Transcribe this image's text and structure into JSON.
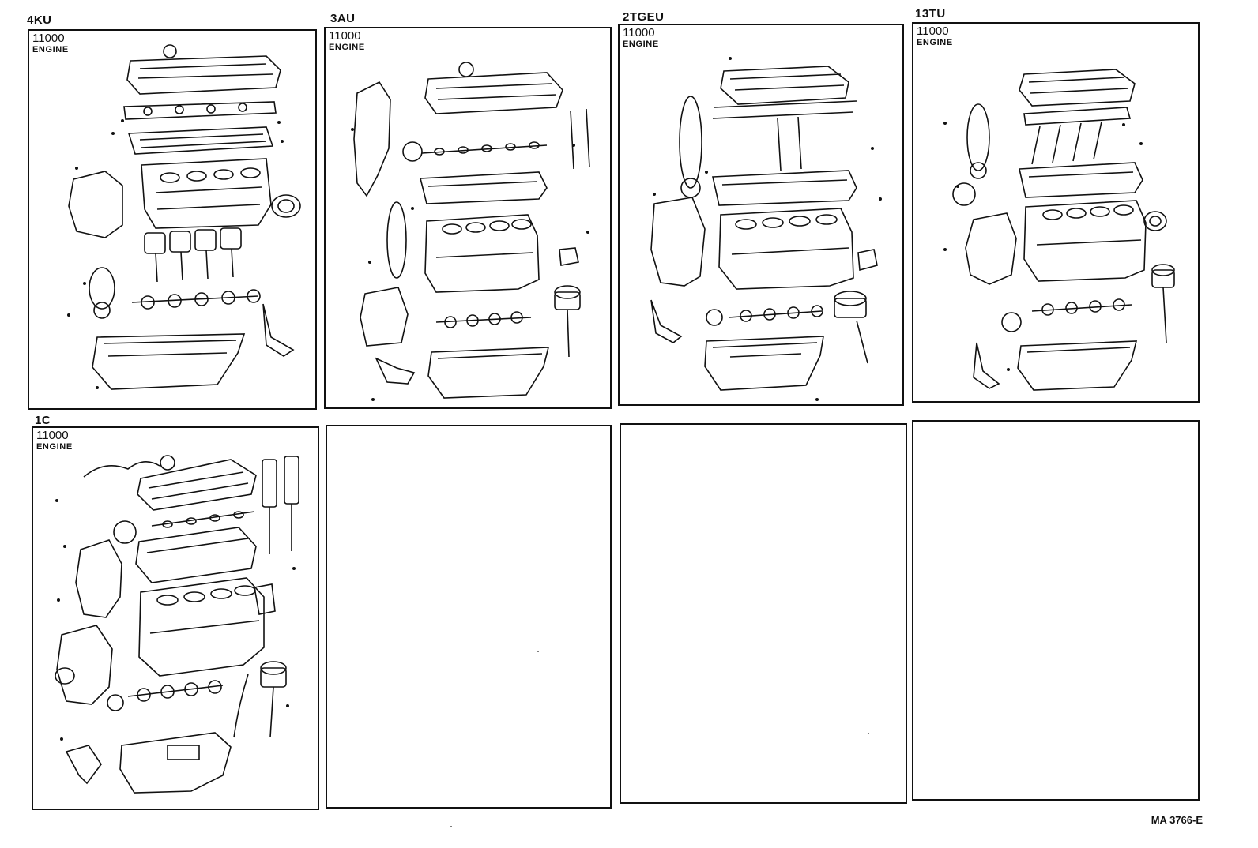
{
  "panels": [
    {
      "model": "4KU",
      "part_no": "11000",
      "part_name": "ENGINE"
    },
    {
      "model": "3AU",
      "part_no": "11000",
      "part_name": "ENGINE"
    },
    {
      "model": "2TGEU",
      "part_no": "11000",
      "part_name": "ENGINE"
    },
    {
      "model": "13TU",
      "part_no": "11000",
      "part_name": "ENGINE"
    },
    {
      "model": "1C",
      "part_no": "11000",
      "part_name": "ENGINE"
    }
  ],
  "footer": {
    "drawing_code": "MA 3766-E"
  }
}
